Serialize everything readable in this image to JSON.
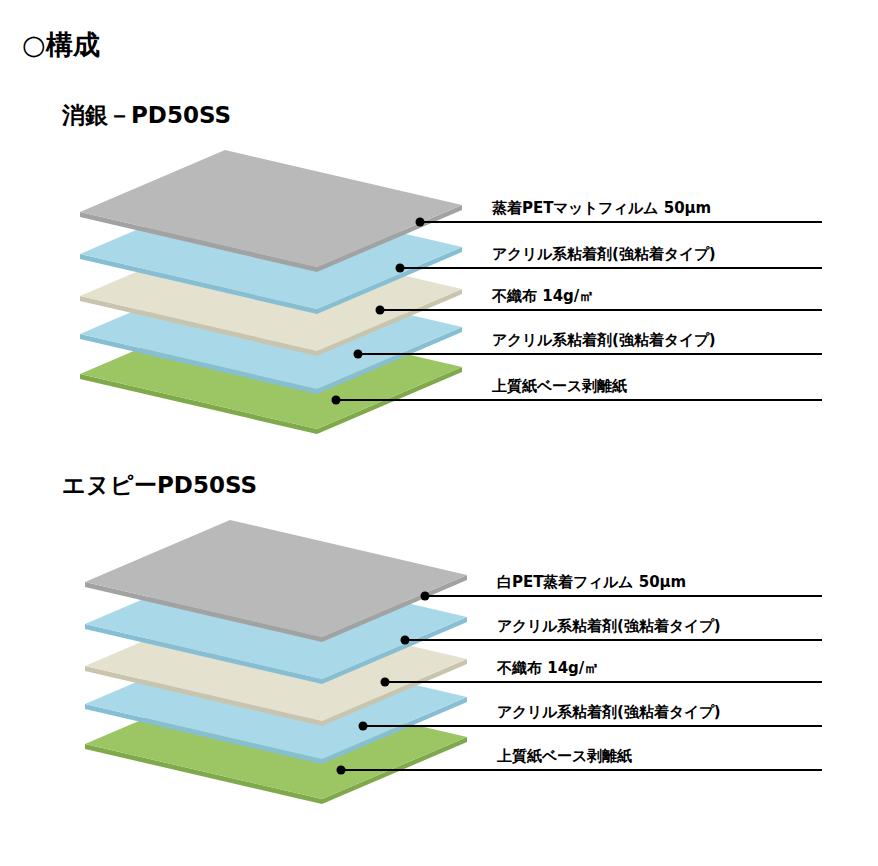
{
  "diagram": {
    "title": "○構成",
    "labels": [
      "消銀－PD50SS",
      "蒸着PETマットフィルム 50μm",
      "アクリル系粘着剤(強粘着タイプ)",
      "不織布 14g/㎡",
      "アクリル系粘着剤(強粘着タイプ)",
      "上質紙ベース剥離紙",
      "エヌピーPD50SS",
      "白PET蒸着フィルム 50μm",
      "アクリル系粘着剤(強粘着タイプ)",
      "不織布 14g/㎡",
      "アクリル系粘着剤(強粘着タイプ)",
      "上質紙ベース剥離紙"
    ]
  }
}
